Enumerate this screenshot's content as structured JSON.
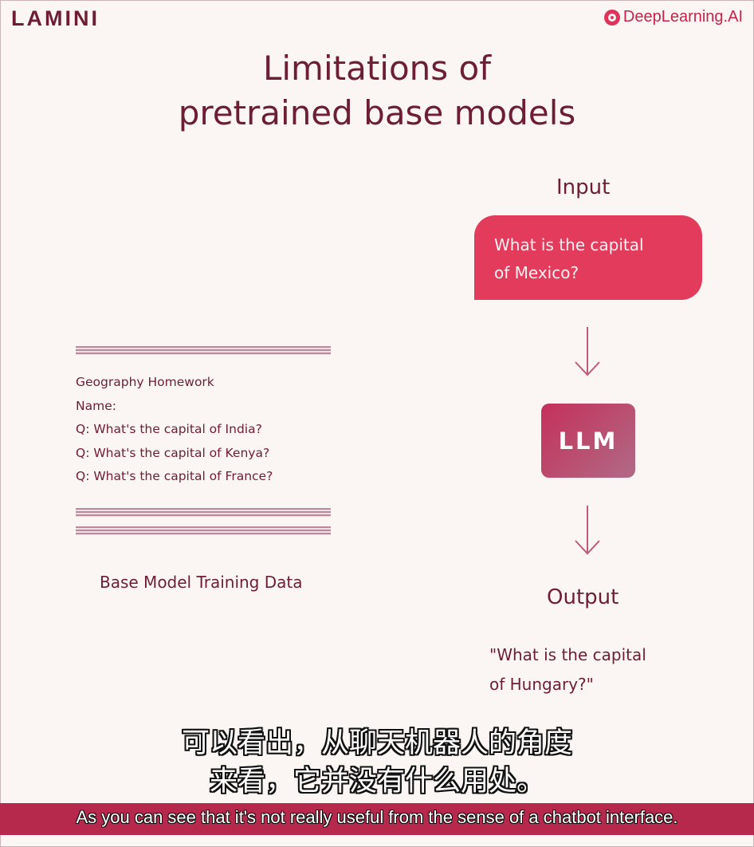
{
  "brand": {
    "left": "LAMINI",
    "right": "DeepLearning.AI",
    "logo_icon": "deeplearning-smile-icon"
  },
  "slide": {
    "title_line1": "Limitations of",
    "title_line2": "pretrained base models",
    "training_data": {
      "lines": [
        "Geography Homework",
        "Name:",
        "Q: What's the capital of India?",
        "Q: What's the capital of Kenya?",
        "Q: What's the capital of France?"
      ],
      "caption": "Base Model Training Data"
    },
    "input_label": "Input",
    "input_text_line1": "What is the capital",
    "input_text_line2": "of Mexico?",
    "model_label": "LLM",
    "output_label": "Output",
    "output_text_line1": "\"What is the capital",
    "output_text_line2": "of Hungary?\""
  },
  "subtitles": {
    "cn_line1": "可以看出，从聊天机器人的角度",
    "cn_line2": "来看，它并没有什么用处。",
    "en": "As you can see that it's not really useful from the sense of a chatbot interface."
  },
  "colors": {
    "background": "#fbf6f3",
    "text_dark": "#6e1e34",
    "accent_red": "#e23b5b",
    "subtitle_bar": "#b7284d"
  }
}
